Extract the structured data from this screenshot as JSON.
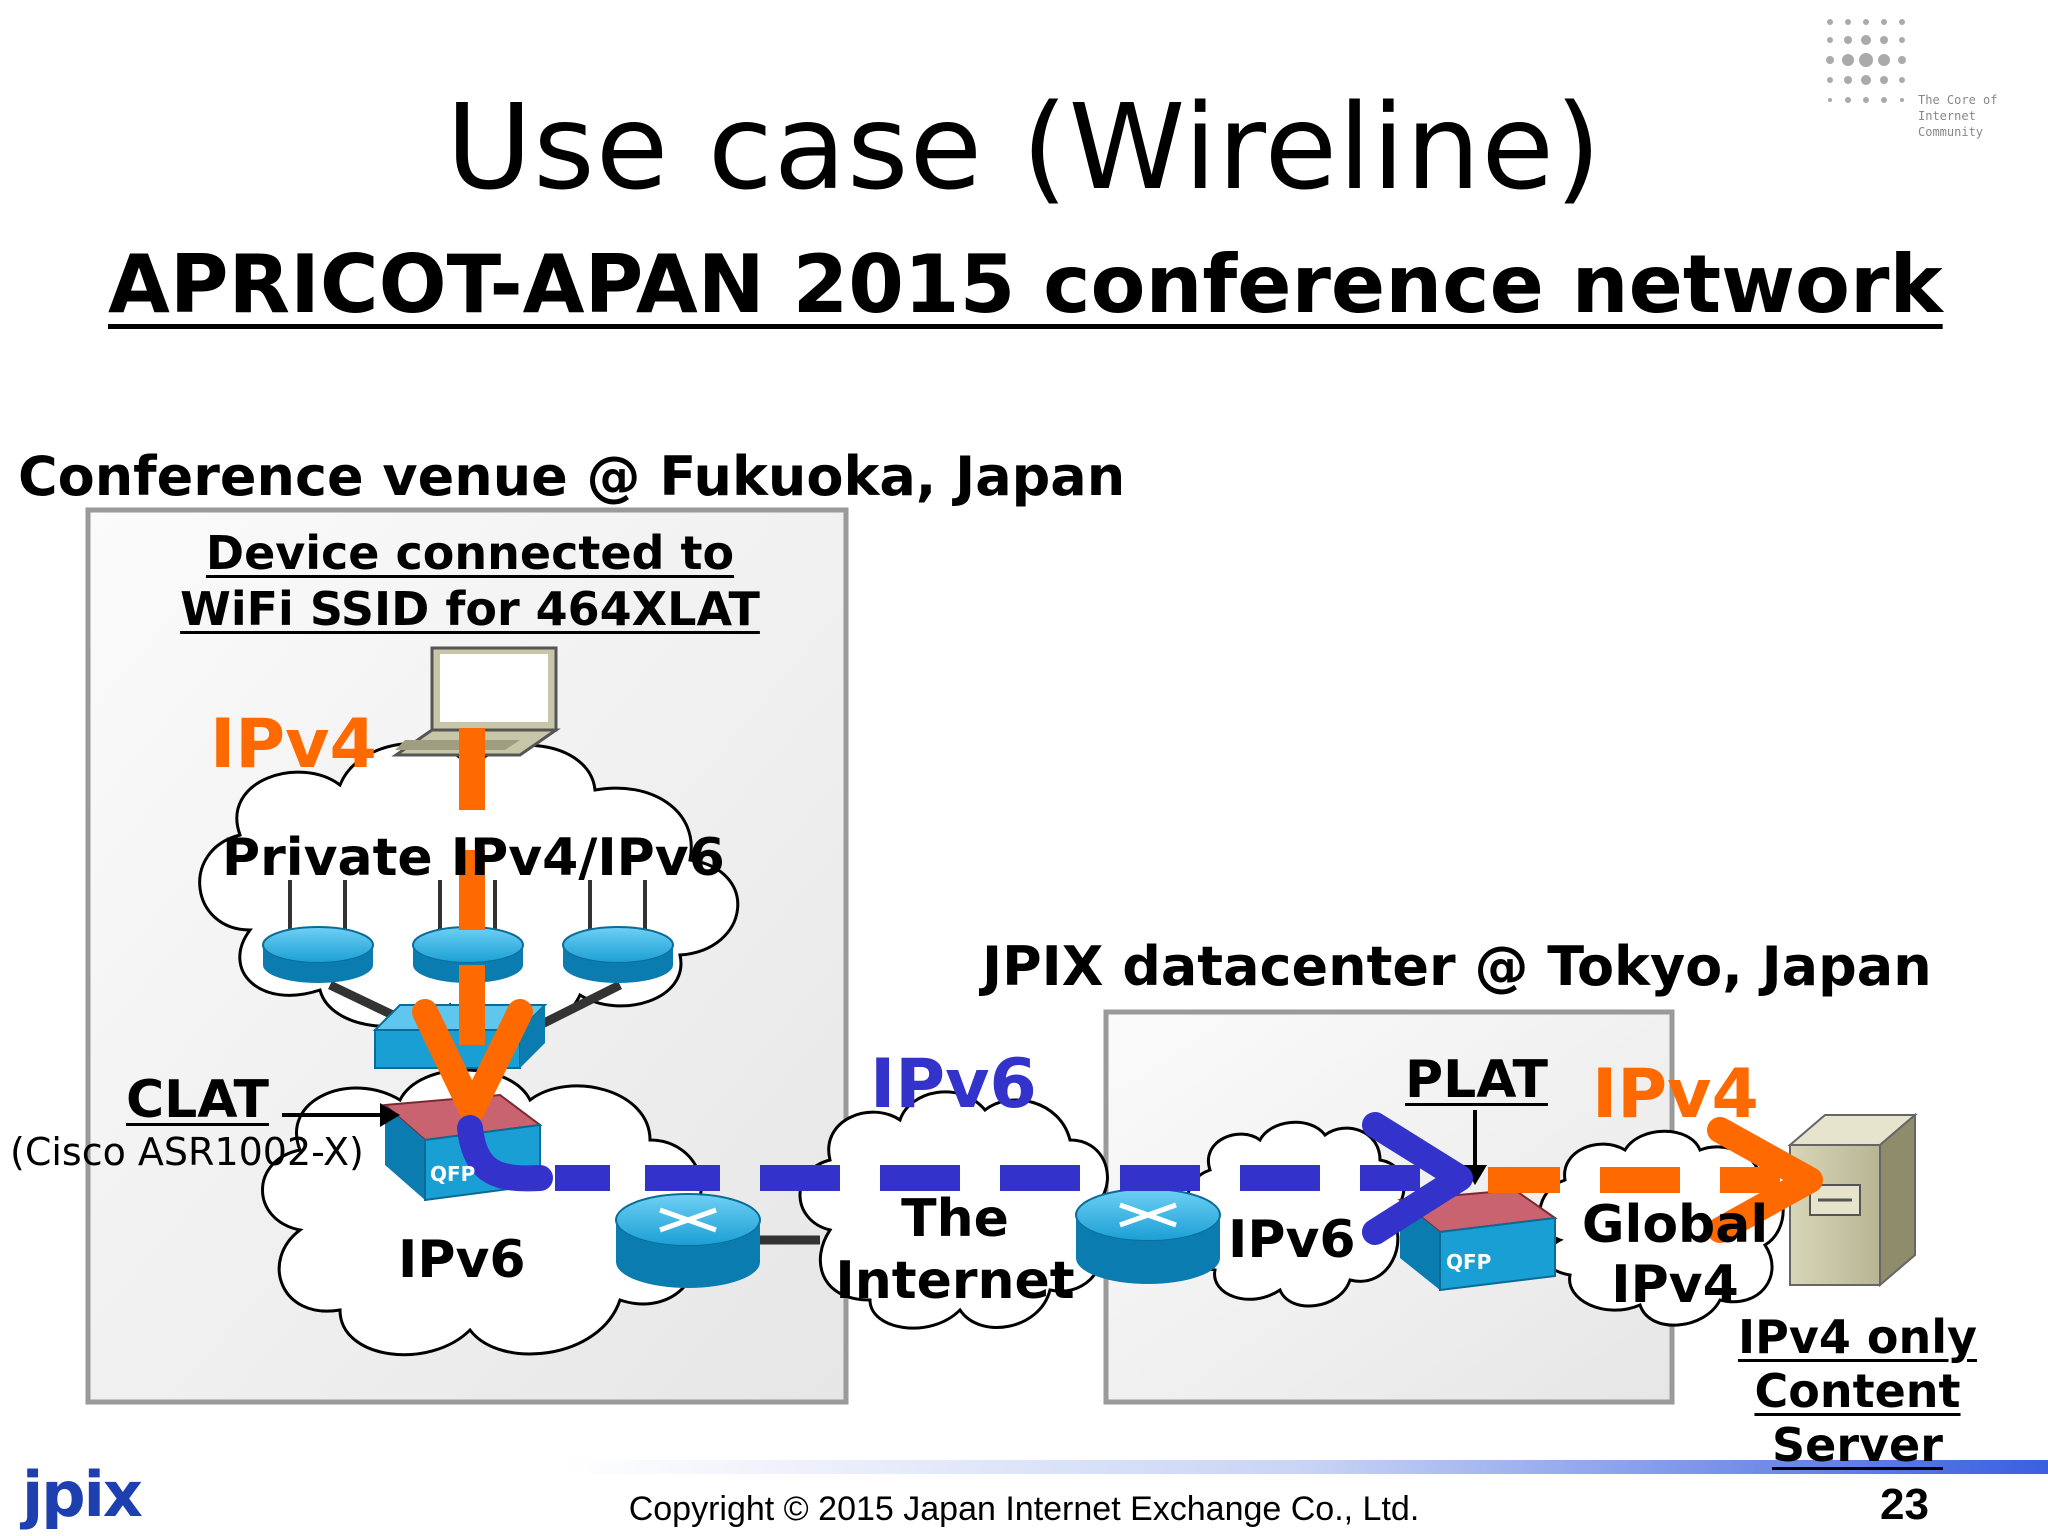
{
  "slide": {
    "title": "Use case (Wireline)",
    "subtitle": "APRICOT-APAN 2015 conference network",
    "page_number": "23",
    "copyright": "Copyright © 2015 Japan Internet Exchange Co., Ltd.",
    "logo_text": "jpix",
    "logo_tagline": [
      "The Core of",
      "Internet Community"
    ]
  },
  "venue": {
    "heading": "Conference venue @ Fukuoka, Japan",
    "device_label_line1": "Device connected to",
    "device_label_line2": "WiFi SSID for 464XLAT",
    "ipv4_label": "IPv4",
    "private_cloud_label": "Private IPv4/IPv6",
    "clat_label": "CLAT",
    "clat_device": "(Cisco ASR1002-X)",
    "ipv6_cloud_label": "IPv6",
    "qfp_label": "QFP"
  },
  "internet": {
    "ipv6_label": "IPv6",
    "cloud_label_line1": "The",
    "cloud_label_line2": "Internet"
  },
  "datacenter": {
    "heading": "JPIX datacenter @ Tokyo, Japan",
    "plat_label": "PLAT",
    "ipv4_label": "IPv4",
    "ipv6_cloud_label": "IPv6",
    "global_line1": "Global",
    "global_line2": "IPv4",
    "qfp_label": "QFP"
  },
  "server": {
    "label_line1": "IPv4 only",
    "label_line2": "Content Server"
  },
  "colors": {
    "ipv4_path": "#ff6a00",
    "ipv6_path": "#3333cc",
    "router_blue": "#1a9fd4",
    "box_border": "#9a9a9a",
    "box_fill": "#f2f2f2"
  }
}
